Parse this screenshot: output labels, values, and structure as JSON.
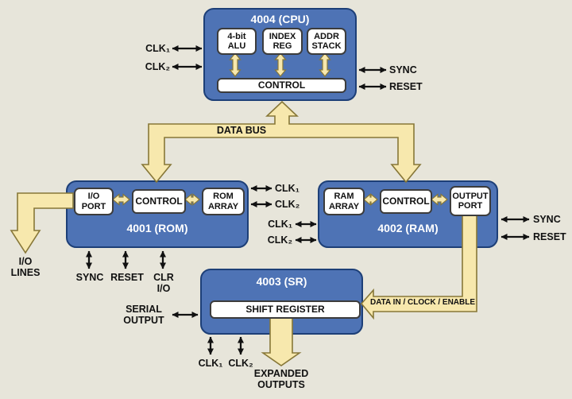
{
  "palette": {
    "background": "#E7E5DA",
    "block_fill": "#4E73B5",
    "block_border": "#1D3F77",
    "box_fill": "#FFFFFF",
    "box_border": "#3C3C3C",
    "bus_fill": "#F7E8AD",
    "bus_border": "#877738",
    "label_text": "#111111",
    "title_text": "#FFFFFF"
  },
  "cpu": {
    "title": "4004 (CPU)",
    "alu": "4-bit ALU",
    "index_reg": "INDEX REG",
    "addr_stack": "ADDR STACK",
    "control": "CONTROL",
    "clk1": "CLK₁",
    "clk2": "CLK₂",
    "sync": "SYNC",
    "reset": "RESET"
  },
  "bus": {
    "label": "DATA BUS"
  },
  "rom": {
    "title": "4001 (ROM)",
    "io_port": "I/O PORT",
    "control": "CONTROL",
    "rom_array": "ROM ARRAY",
    "clk1": "CLK₁",
    "clk2": "CLK₂",
    "sync": "SYNC",
    "reset": "RESET",
    "clr_io": "CLR I/O",
    "io_lines": "I/O LINES"
  },
  "ram": {
    "title": "4002 (RAM)",
    "ram_array": "RAM ARRAY",
    "control": "CONTROL",
    "output_port": "OUTPUT PORT",
    "clk1": "CLK₁",
    "clk2": "CLK₂",
    "sync": "SYNC",
    "reset": "RESET"
  },
  "sr": {
    "title": "4003 (SR)",
    "shift_register": "SHIFT REGISTER",
    "serial_output": "SERIAL OUTPUT",
    "clk1": "CLK₁",
    "clk2": "CLK₂",
    "data_in": "DATA IN / CLOCK / ENABLE",
    "expanded": "EXPANDED OUTPUTS"
  }
}
